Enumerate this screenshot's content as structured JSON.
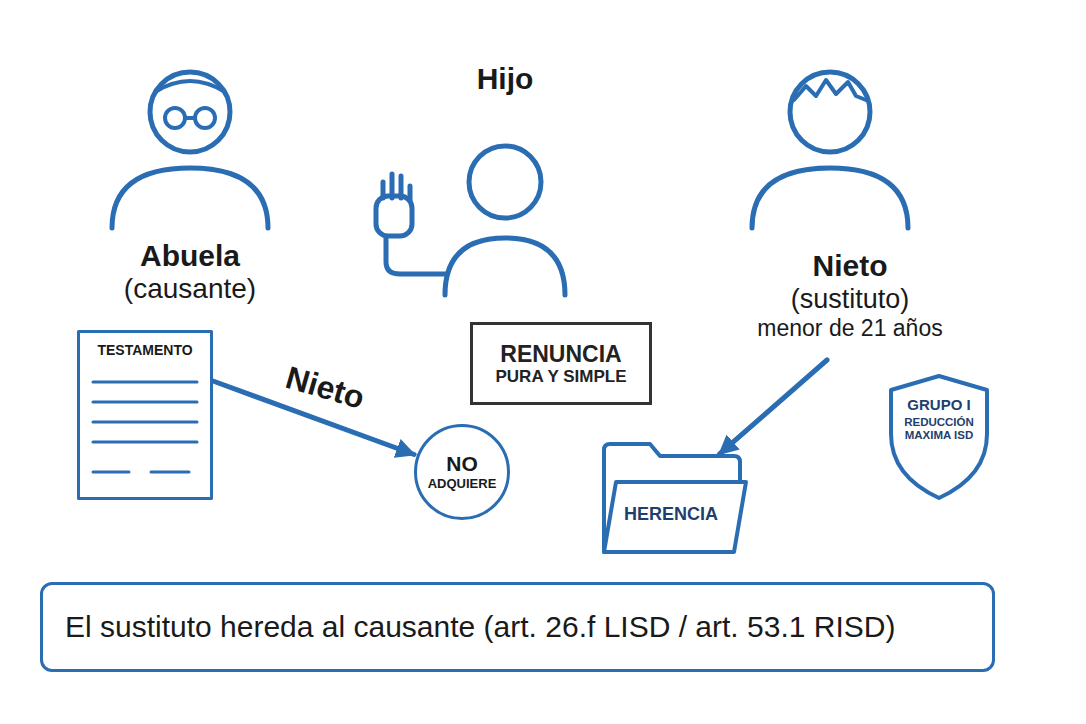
{
  "diagram": {
    "nodes": [
      {
        "text": [
          "Abuela",
          "(causante)"
        ]
      },
      {
        "text": [
          "Hijo"
        ]
      },
      {
        "text": [
          "Nieto",
          "(sustituto)",
          "menor de 21 años"
        ]
      },
      {
        "text": [
          "TESTAMENTO"
        ]
      },
      {
        "text": [
          "RENUNCIA",
          "PURA Y SIMPLE"
        ]
      },
      {
        "text": [
          "NO",
          "ADQUIERE"
        ]
      },
      {
        "text": [
          "HERENCIA"
        ]
      },
      {
        "text": [
          "GRUPO I",
          "REDUCCIÓN MAXIMA ISD"
        ]
      },
      {
        "text": [
          "El sustituto hereda al causante (art. 26.f LISD / art. 53.1 RISD)"
        ]
      }
    ],
    "edges": [
      {
        "from": 3,
        "to": 5,
        "label": "Nieto",
        "arrow": "to"
      },
      {
        "from": 2,
        "to": 6,
        "arrow": "to"
      }
    ]
  }
}
